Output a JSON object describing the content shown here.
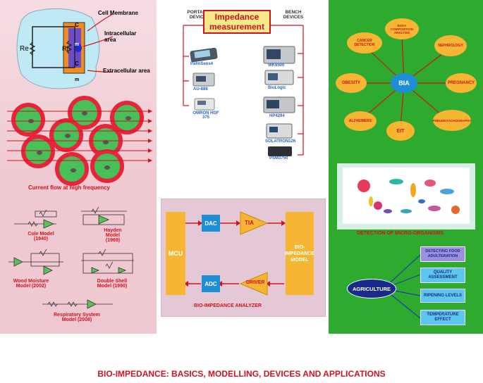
{
  "colors": {
    "left_bg": "#f3d3db",
    "right_bg": "#2eaa2e",
    "analyzer_bg": "#e5c8d6",
    "title_red": "#d0121e",
    "bia_blue": "#1e8fd6"
  },
  "cell": {
    "label_membrane": "Cell Membrane",
    "label_intracellular": "Intracellular area",
    "label_extracellular": "Extracellular area",
    "re": "Re",
    "ri": "Ri",
    "c1": "C",
    "c2": "C",
    "m1": "m",
    "m2": "m"
  },
  "current_flow_label": "Current flow at high frequency",
  "models": {
    "cole": "Cole Model (1940)",
    "hayden": "Hayden Model (1969)",
    "wood": "Wood Moisture Model (2002)",
    "double_shell": "Double Shell Model (1990)",
    "respiratory": "Respiratory System Model (2008)"
  },
  "impedance": {
    "title": "Impedance measurement",
    "portable_header": "PORTABLE DEVICES",
    "bench_header": "BENCH DEVICES",
    "portable_devices": [
      "PalmSens4",
      "AU-888",
      "OMRON HDF 375"
    ],
    "bench_devices": [
      "WK6500",
      "BioLogic",
      "HP4294",
      "SOLATRON126",
      "PSM3750"
    ]
  },
  "analyzer": {
    "mcu": "MCU",
    "dac": "DAC",
    "adc": "ADC",
    "tia": "TIA",
    "driver": "DRIVER",
    "model": "BIO-IMPEDANCE MODEL",
    "caption": "BIO-IMPEDANCE ANALYZER"
  },
  "bia": {
    "center": "BIA",
    "nodes": [
      "BODY COMPOSITION ANALYSIS",
      "NEPHROLOGY",
      "PREGNANCY",
      "PNEUMOTACHOGRAPHY",
      "EIT",
      "ALZHEIMERS",
      "OBESITY",
      "CANCER DETECTION"
    ]
  },
  "micro_label": "DETECTION OF MICRO-ORGANISMS",
  "agriculture": {
    "center": "AGRICULTURE",
    "items": [
      "DETECTING FOOD ADULTERATION",
      "QUALITY ASSESSMENT",
      "RIPENING LEVELS",
      "TEMPERATURE EFFECT"
    ]
  },
  "footer_title": "BIO-IMPEDANCE: BASICS, MODELLING, DEVICES AND APPLICATIONS"
}
